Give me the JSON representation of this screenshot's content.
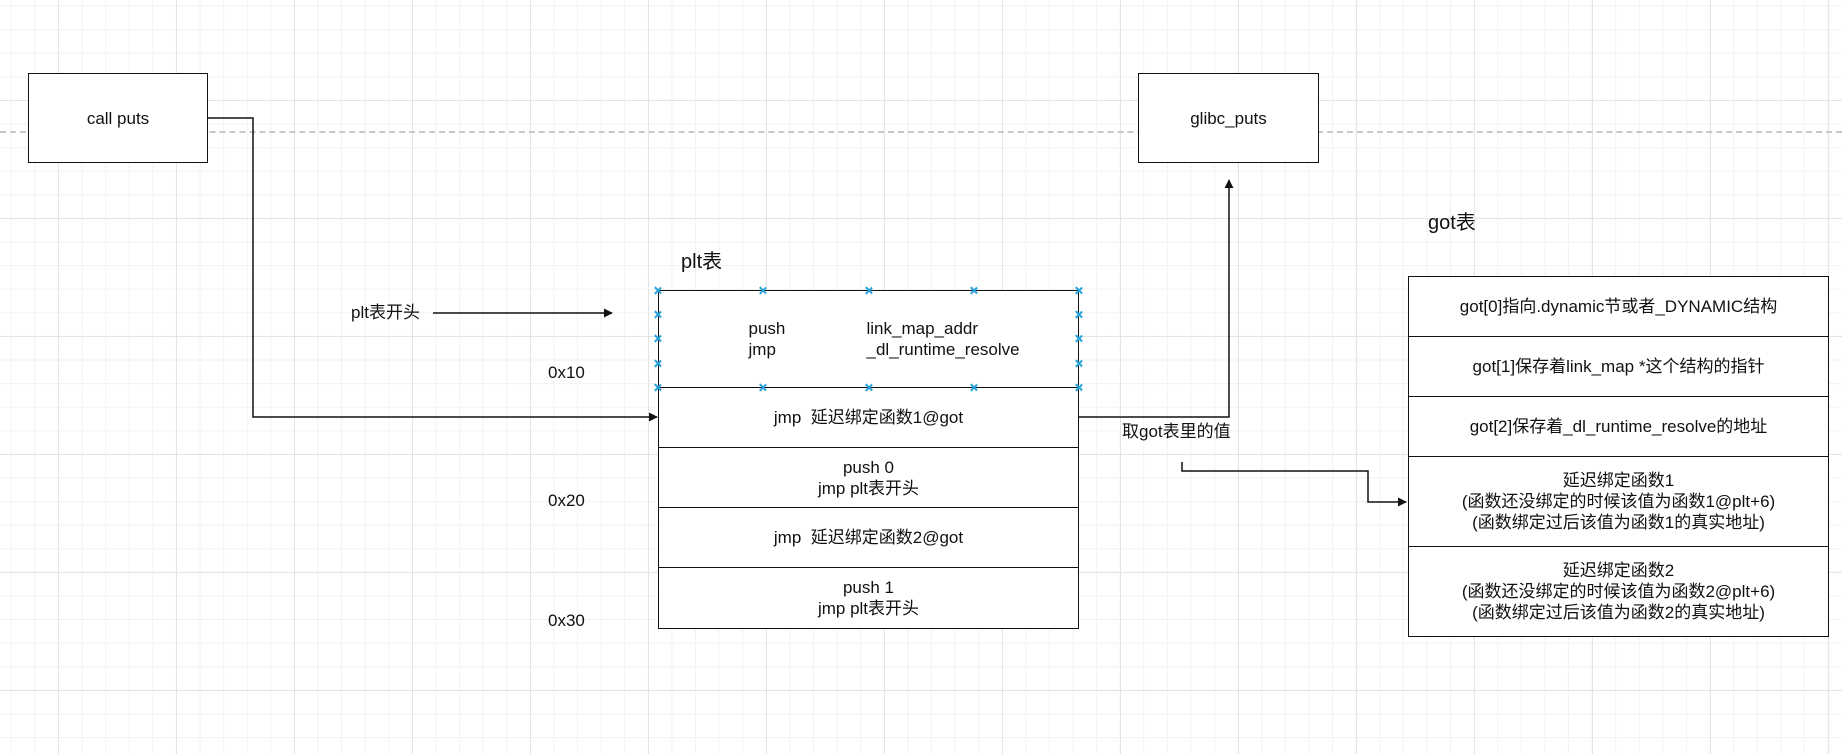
{
  "boxes": {
    "call_puts": "call puts",
    "glibc_puts": "glibc_puts"
  },
  "plt": {
    "title": "plt表",
    "start_label": "plt表开头",
    "header": {
      "row1_left": "push",
      "row1_right": "link_map_addr",
      "row2_left": "jmp",
      "row2_right": "_dl_runtime_resolve"
    },
    "rows": [
      [
        "jmp  延迟绑定函数1@got"
      ],
      [
        "push 0",
        "jmp plt表开头"
      ],
      [
        "jmp  延迟绑定函数2@got"
      ],
      [
        "push 1",
        "jmp plt表开头"
      ]
    ],
    "offsets": [
      "0x10",
      "0x20",
      "0x30"
    ]
  },
  "got": {
    "title": "got表",
    "fetch_label": "取got表里的值",
    "rows": [
      [
        "got[0]指向.dynamic节或者_DYNAMIC结构"
      ],
      [
        "got[1]保存着link_map *这个结构的指针"
      ],
      [
        "got[2]保存着_dl_runtime_resolve的地址"
      ],
      [
        "延迟绑定函数1",
        "(函数还没绑定的时候该值为函数1@plt+6)",
        "(函数绑定过后该值为函数1的真实地址)"
      ],
      [
        "延迟绑定函数2",
        "(函数还没绑定的时候该值为函数2@plt+6)",
        "(函数绑定过后该值为函数2的真实地址)"
      ]
    ]
  },
  "colors": {
    "line": "#111111",
    "selection_handle": "#29a3d9",
    "grid": "#e4e4e4"
  }
}
